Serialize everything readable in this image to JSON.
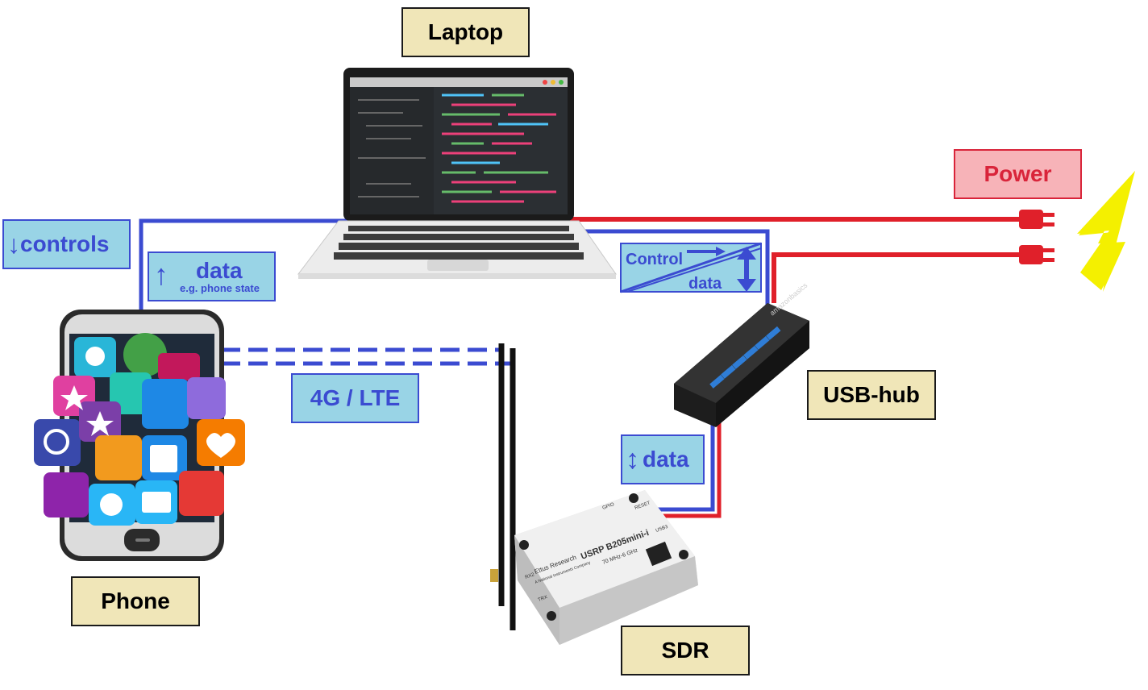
{
  "labels": {
    "laptop": "Laptop",
    "phone": "Phone",
    "usb_hub": "USB-hub",
    "sdr": "SDR",
    "power": "Power"
  },
  "annotations": {
    "controls_arrow": "↓",
    "controls": "controls",
    "data_up_arrow": "↑",
    "data": "data",
    "data_sub": "e.g. phone state",
    "lte": "4G / LTE",
    "control": "Control",
    "control_data": "data",
    "usb_data_arrow": "↕",
    "usb_data": "data"
  },
  "device_text": {
    "sdr_model": "USRP B205mini-i",
    "sdr_freq": "70 MHz-6 GHz",
    "sdr_brand": "Ettus Research",
    "sdr_sub": "A National Instruments Company",
    "sdr_gpio": "GPIO",
    "sdr_reset": "RESET",
    "sdr_usb": "USB3",
    "sdr_rx2": "RX2",
    "sdr_trx": "TRX",
    "hub_brand": "amazonbasics"
  },
  "colors": {
    "link_blue": "#3b4bd1",
    "power_red": "#e0202a",
    "label_fill": "#f0e6b8",
    "annotation_fill": "#99d4e6",
    "power_fill": "#f7b3b8",
    "lightning": "#f4f000"
  }
}
